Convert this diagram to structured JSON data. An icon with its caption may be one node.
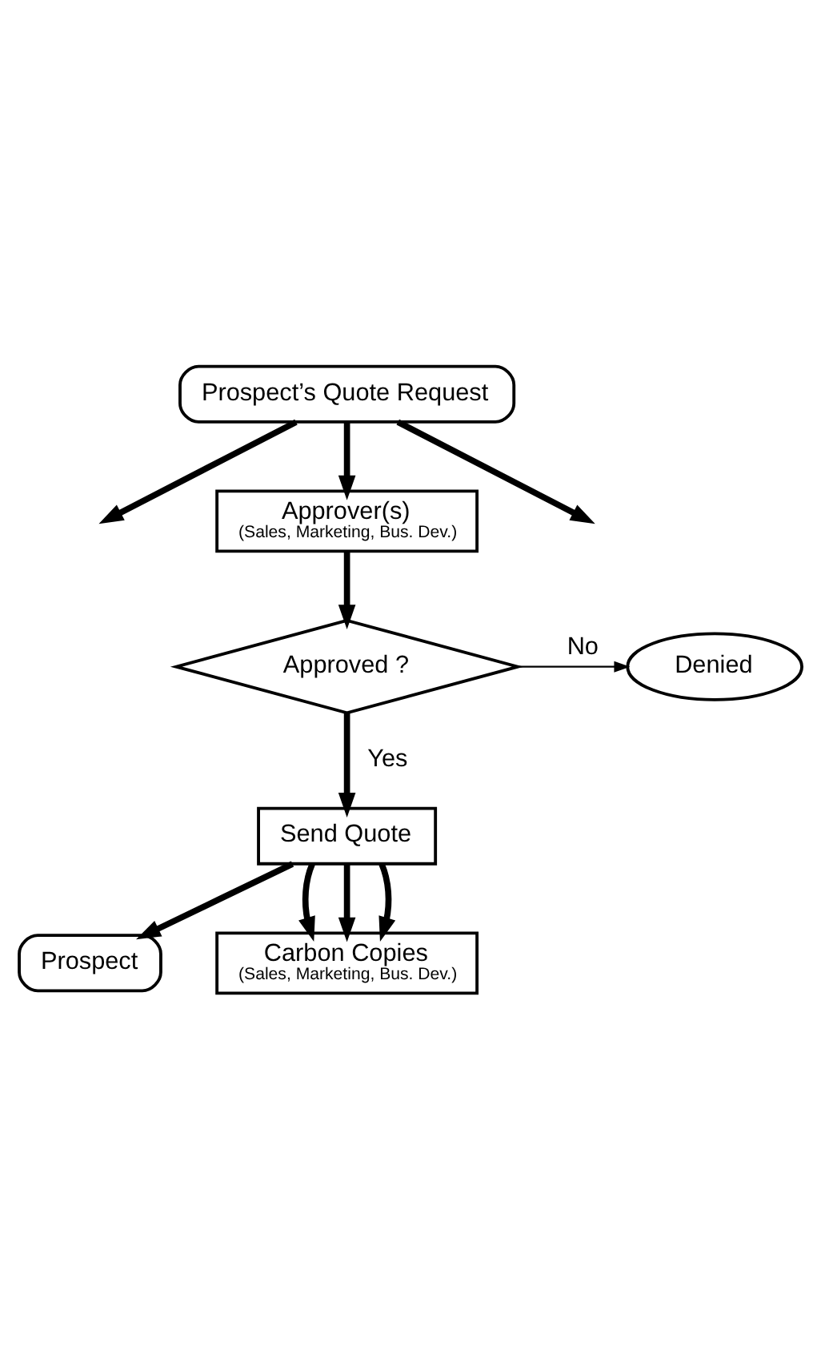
{
  "diagram": {
    "nodes": [
      {
        "text": [
          "Prospect’s Quote Request"
        ]
      },
      {
        "text": [
          "Approver(s)",
          "(Sales, Marketing, Bus. Dev.)"
        ]
      },
      {
        "text": [
          "Approved ?"
        ]
      },
      {
        "text": [
          "Denied"
        ]
      },
      {
        "text": [
          "Send Quote"
        ]
      },
      {
        "text": [
          "Prospect"
        ]
      },
      {
        "text": [
          "Carbon Copies",
          "(Sales, Marketing, Bus. Dev.)"
        ]
      }
    ],
    "edges": [
      {
        "from": 0,
        "to": null,
        "arrow": "to"
      },
      {
        "from": 0,
        "to": 1,
        "arrow": "to"
      },
      {
        "from": 0,
        "to": null,
        "arrow": "to"
      },
      {
        "from": 1,
        "to": 2,
        "arrow": "to"
      },
      {
        "from": 2,
        "to": 3,
        "arrow": "to",
        "label": "No"
      },
      {
        "from": 2,
        "to": 4,
        "arrow": "to",
        "label": "Yes"
      },
      {
        "from": 4,
        "to": 5,
        "arrow": "to"
      },
      {
        "from": 4,
        "to": 6,
        "arrow": "to"
      },
      {
        "from": 4,
        "to": 6,
        "arrow": "to"
      },
      {
        "from": 4,
        "to": 6,
        "arrow": "to"
      }
    ]
  }
}
